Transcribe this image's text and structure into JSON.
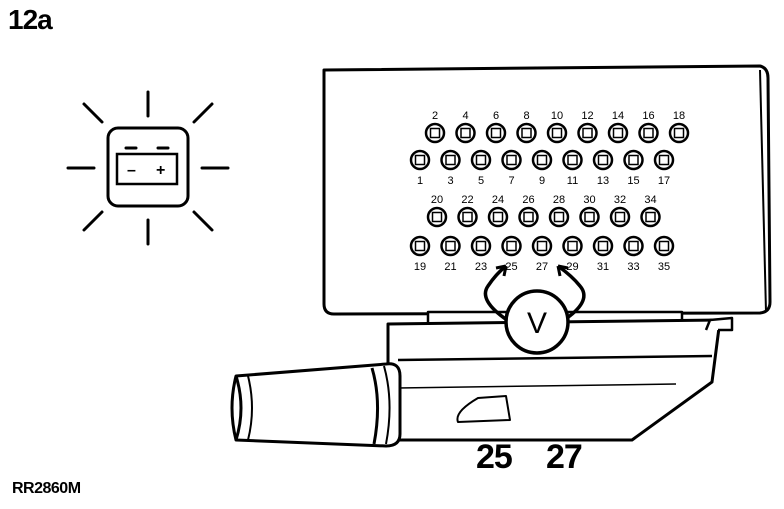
{
  "figure_label": "12a",
  "reference_code": "RR2860M",
  "callouts": [
    "25",
    "27"
  ],
  "meter_symbol": "V",
  "battery": {
    "negative": "–",
    "positive": "+"
  },
  "connector": {
    "rows": [
      {
        "labels": [
          "2",
          "4",
          "6",
          "8",
          "10",
          "12",
          "14",
          "16",
          "18"
        ],
        "label_side": "top"
      },
      {
        "labels": [
          "1",
          "3",
          "5",
          "7",
          "9",
          "11",
          "13",
          "15",
          "17"
        ],
        "label_side": "bottom"
      },
      {
        "labels": [
          "20",
          "22",
          "24",
          "26",
          "28",
          "30",
          "32",
          "34"
        ],
        "label_side": "top"
      },
      {
        "labels": [
          "19",
          "21",
          "23",
          "25",
          "27",
          "29",
          "31",
          "33",
          "35"
        ],
        "label_side": "bottom"
      }
    ]
  }
}
